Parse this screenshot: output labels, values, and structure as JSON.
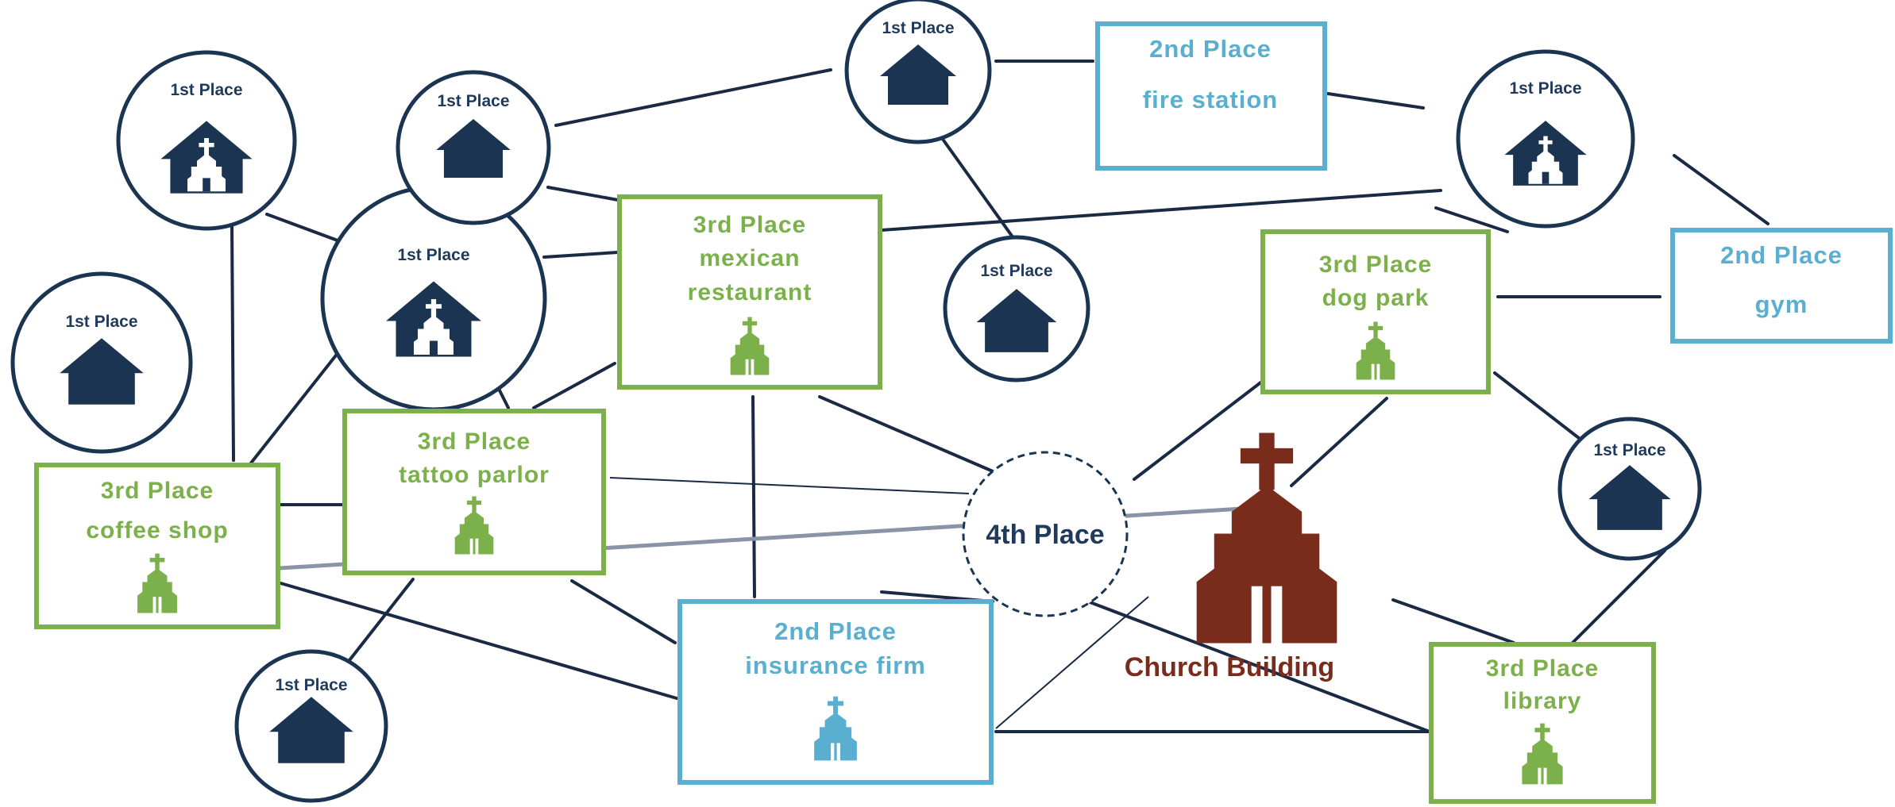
{
  "colors": {
    "navy": "#1a3452",
    "green": "#7bb04a",
    "blue": "#5aaed0",
    "church": "#7a2c1c",
    "line": "#1a2a44"
  },
  "first_place_nodes": [
    {
      "label": "1st Place",
      "icon": "house-church-icon"
    },
    {
      "label": "1st Place",
      "icon": "house-church-icon"
    },
    {
      "label": "1st Place",
      "icon": "house-church-icon"
    },
    {
      "label": "1st Place",
      "icon": "house-icon"
    },
    {
      "label": "1st Place",
      "icon": "house-icon"
    },
    {
      "label": "1st Place",
      "icon": "house-icon"
    },
    {
      "label": "1st Place",
      "icon": "house-icon"
    },
    {
      "label": "1st Place",
      "icon": "house-icon"
    },
    {
      "label": "1st Place",
      "icon": "house-icon"
    }
  ],
  "third_place_nodes": [
    {
      "label": "3rd Place",
      "name": "mexican",
      "name2": "restaurant"
    },
    {
      "label": "3rd Place",
      "name": "dog park",
      "name2": ""
    },
    {
      "label": "3rd Place",
      "name": "tattoo parlor",
      "name2": ""
    },
    {
      "label": "3rd Place",
      "name": "coffee shop",
      "name2": ""
    },
    {
      "label": "3rd Place",
      "name": "library",
      "name2": ""
    }
  ],
  "second_place_nodes": [
    {
      "label": "2nd Place",
      "name": "fire station"
    },
    {
      "label": "2nd Place",
      "name": "gym"
    },
    {
      "label": "2nd Place",
      "name": "insurance firm"
    }
  ],
  "fourth_place": {
    "label": "4th Place"
  },
  "church": {
    "label": "Church Building",
    "icon": "church-icon"
  }
}
